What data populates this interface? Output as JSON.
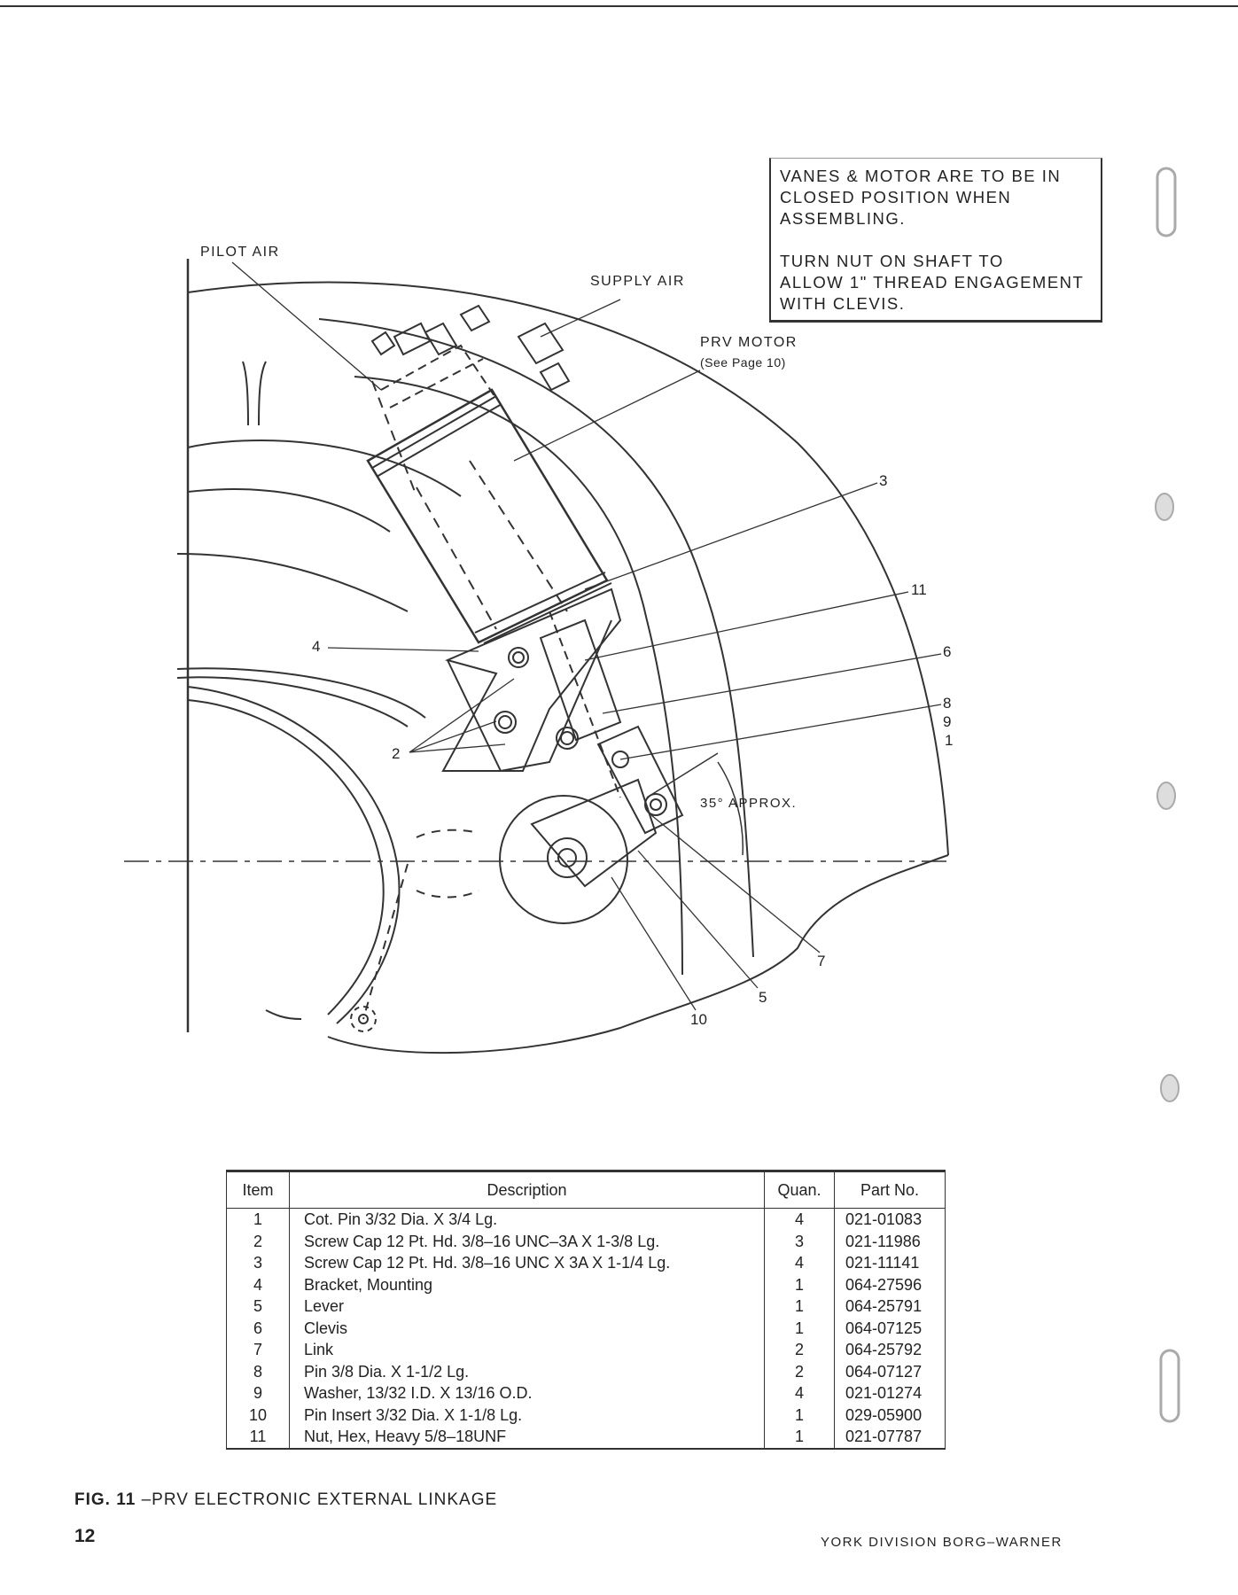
{
  "diagram": {
    "labels": {
      "pilot_air": "PILOT AIR",
      "supply_air": "SUPPLY AIR",
      "prv_motor": "PRV MOTOR",
      "prv_motor_ref": "(See Page 10)",
      "angle": "35° APPROX."
    },
    "callouts": [
      "3",
      "11",
      "6",
      "8",
      "9",
      "1",
      "4",
      "2",
      "7",
      "5",
      "10"
    ]
  },
  "note": {
    "line1": "VANES & MOTOR ARE TO BE IN",
    "line2": "CLOSED POSITION WHEN",
    "line3": "ASSEMBLING.",
    "line4": "TURN NUT ON SHAFT TO",
    "line5": "ALLOW 1\" THREAD ENGAGEMENT",
    "line6": "WITH CLEVIS."
  },
  "parts_table": {
    "headers": {
      "item": "Item",
      "description": "Description",
      "quan": "Quan.",
      "part_no": "Part No."
    },
    "rows": [
      {
        "item": "1",
        "description": "Cot. Pin 3/32 Dia. X 3/4 Lg.",
        "quan": "4",
        "part_no": "021-01083"
      },
      {
        "item": "2",
        "description": "Screw Cap 12 Pt. Hd. 3/8–16 UNC–3A X 1-3/8 Lg.",
        "quan": "3",
        "part_no": "021-11986"
      },
      {
        "item": "3",
        "description": "Screw Cap 12 Pt. Hd. 3/8–16 UNC X 3A X 1-1/4 Lg.",
        "quan": "4",
        "part_no": "021-11141"
      },
      {
        "item": "4",
        "description": "Bracket, Mounting",
        "quan": "1",
        "part_no": "064-27596"
      },
      {
        "item": "5",
        "description": "Lever",
        "quan": "1",
        "part_no": "064-25791"
      },
      {
        "item": "6",
        "description": "Clevis",
        "quan": "1",
        "part_no": "064-07125"
      },
      {
        "item": "7",
        "description": "Link",
        "quan": "2",
        "part_no": "064-25792"
      },
      {
        "item": "8",
        "description": "Pin 3/8 Dia. X 1-1/2 Lg.",
        "quan": "2",
        "part_no": "064-07127"
      },
      {
        "item": "9",
        "description": "Washer, 13/32 I.D. X 13/16 O.D.",
        "quan": "4",
        "part_no": "021-01274"
      },
      {
        "item": "10",
        "description": "Pin Insert 3/32 Dia. X 1-1/8 Lg.",
        "quan": "1",
        "part_no": "029-05900"
      },
      {
        "item": "11",
        "description": "Nut, Hex, Heavy 5/8–18UNF",
        "quan": "1",
        "part_no": "021-07787"
      }
    ]
  },
  "caption": {
    "fig": "FIG. 11",
    "text": " –PRV ELECTRONIC EXTERNAL LINKAGE"
  },
  "page_number": "12",
  "footer": "YORK DIVISION   BORG–WARNER"
}
